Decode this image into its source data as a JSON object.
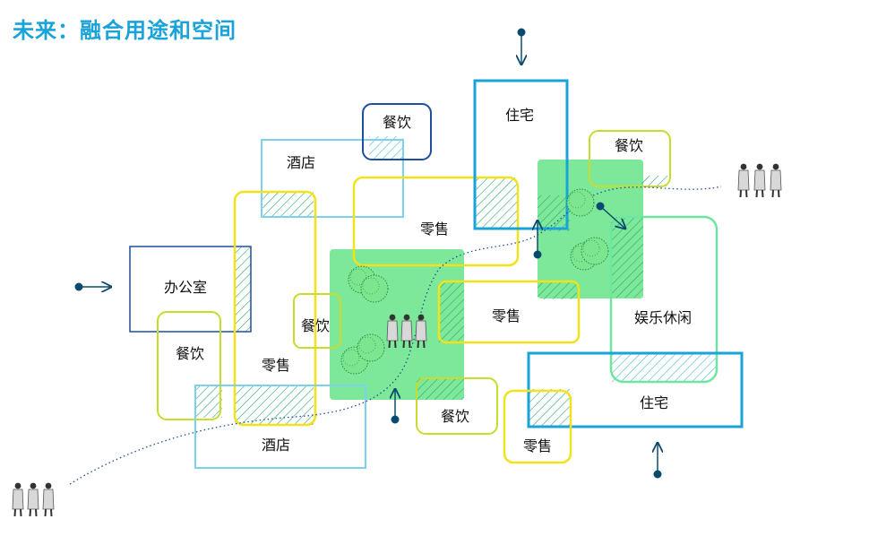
{
  "title": "未来：融合用途和空间",
  "labels": {
    "office": "办公室",
    "hotel_top": "酒店",
    "dining_top": "餐饮",
    "residential_top": "住宅",
    "dining_right": "餐饮",
    "retail_center": "零售",
    "retail_left": "零售",
    "dining_left": "餐饮",
    "dining_mid": "餐饮",
    "retail_mid": "零售",
    "leisure": "娱乐休闲",
    "residential_bottom": "住宅",
    "hotel_bottom": "酒店",
    "dining_bottom": "餐饮",
    "retail_bottom": "零售"
  },
  "colors": {
    "title": "#1aa3d9",
    "yellow": "#f2e21b",
    "yellow_green": "#c9dc2c",
    "cyan": "#1aa3d9",
    "light_cyan": "#7fd0ef",
    "navy": "#1f4e9c",
    "green": "#5fd97e",
    "light_green": "#6ee6a0",
    "dot": "#0a4a6e"
  },
  "icons": [
    "people-group-icon",
    "tree-cluster-icon",
    "arrow-icon"
  ]
}
